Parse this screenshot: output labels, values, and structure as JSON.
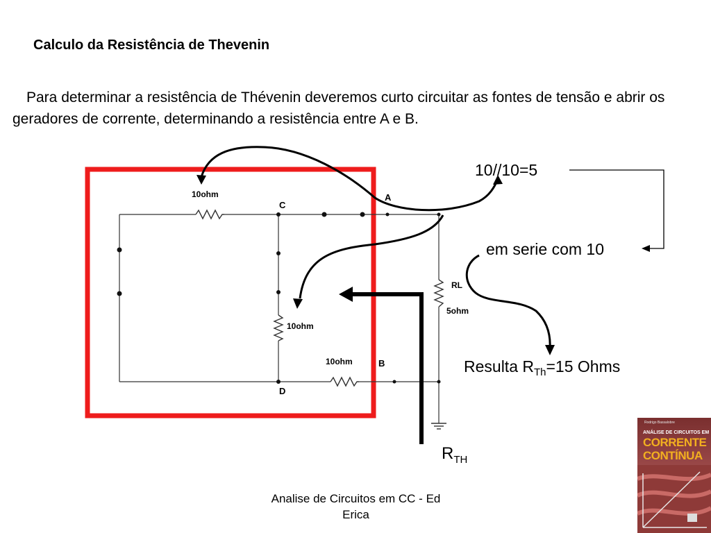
{
  "slide": {
    "title": "Calculo da Resistência de Thevenin",
    "paragraph": "Para determinar a resistência de Thévenin deveremos curto circuitar as fontes de tensão e abrir os geradores de corrente, determinando  a resistência entre A e B."
  },
  "circuit": {
    "resistor_top_label": "10ohm",
    "resistor_mid_label": "10ohm",
    "resistor_bottom_label": "10ohm",
    "load_label": "RL",
    "load_value": "5ohm",
    "node_a": "A",
    "node_b": "B",
    "node_c": "C",
    "node_d": "D"
  },
  "notes": {
    "parallel": "10//10=5",
    "series": "em serie com 10",
    "result_prefix": "Resulta  R",
    "result_sub": "Th",
    "result_suffix": "=15 Ohms"
  },
  "rth_label": {
    "main": "R",
    "sub": "TH"
  },
  "footer": {
    "line1": "Analise de Circuitos em CC - Ed",
    "line2": "Erica"
  },
  "book": {
    "top_line": "Rodrigo Bassalobre",
    "subtitle": "ANÁLISE DE CIRCUITOS EM",
    "title_line1": "CORRENTE",
    "title_line2": "CONTÍNUA"
  },
  "colors": {
    "frame": "#ee1c1c",
    "text": "#000000",
    "book_title": "#f2b020"
  },
  "icons": [
    "arrow-icon",
    "ground-icon",
    "resistor-icon"
  ]
}
